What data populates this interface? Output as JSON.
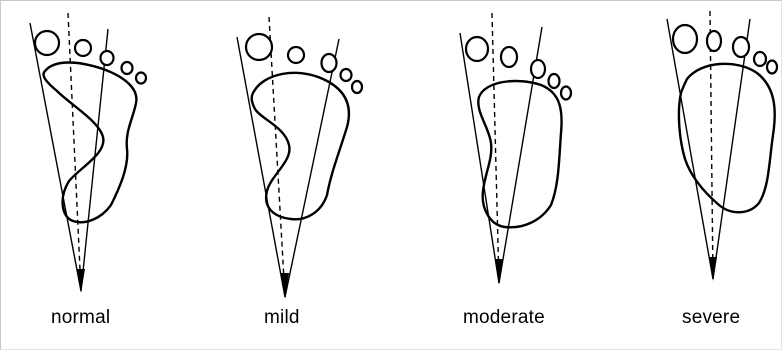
{
  "footprints": [
    {
      "label": "normal"
    },
    {
      "label": "mild"
    },
    {
      "label": "moderate"
    },
    {
      "label": "severe"
    }
  ]
}
